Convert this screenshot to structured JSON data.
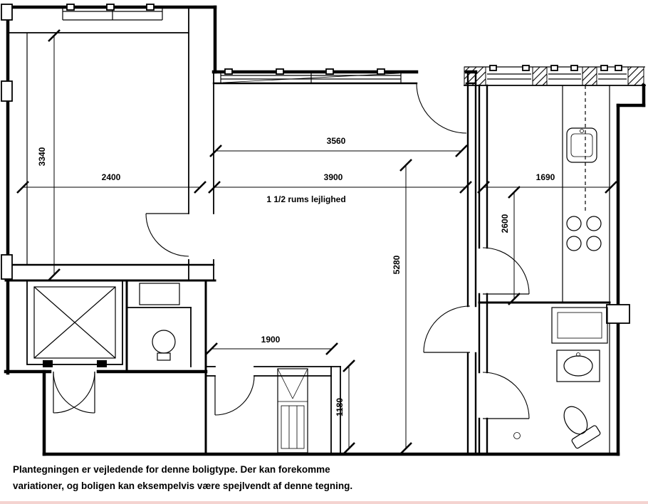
{
  "floor_plan": {
    "apartment_label": "1 1/2 rums lejlighed",
    "dimensions": {
      "room_height": "3340",
      "room_width": "2400",
      "window_width": "3560",
      "main_width": "3900",
      "kitchen_width": "1690",
      "kitchen_depth": "2600",
      "main_height": "5280",
      "bath_width": "1900",
      "bath_height": "1180"
    }
  },
  "footer": {
    "line1": "Plantegningen er vejledende for denne boligtype. Der kan forekomme",
    "line2": "variationer, og boligen kan eksempelvis være spejlvendt af denne tegning."
  }
}
